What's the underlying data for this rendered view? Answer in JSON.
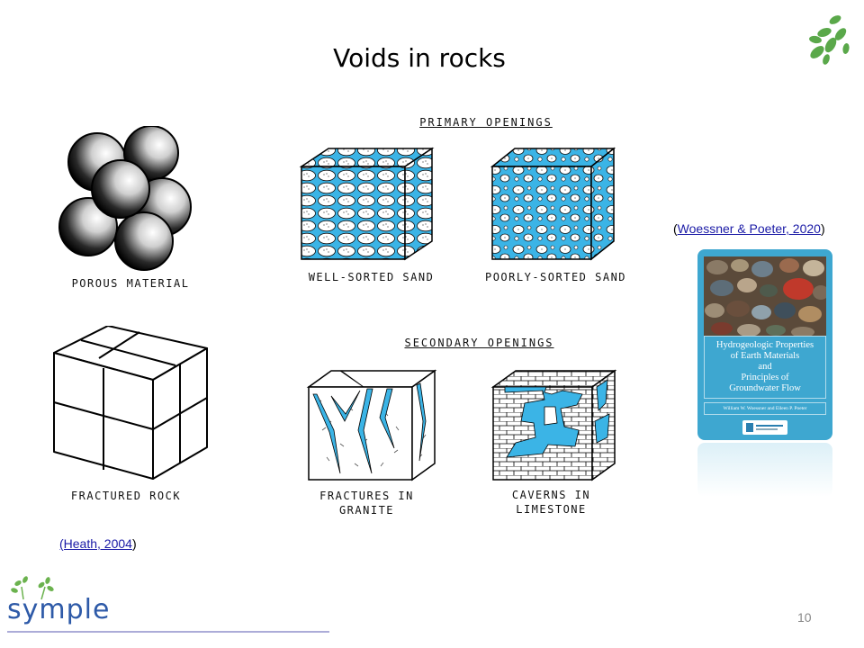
{
  "slide": {
    "title": "Voids in rocks",
    "page_number": "10"
  },
  "figure": {
    "primary_header": "PRIMARY OPENINGS",
    "secondary_header": "SECONDARY OPENINGS",
    "labels": {
      "porous": "POROUS MATERIAL",
      "fractured": "FRACTURED ROCK",
      "well_sorted": "WELL-SORTED SAND",
      "poorly_sorted": "POORLY-SORTED SAND",
      "fractures_1": "FRACTURES IN",
      "fractures_2": "GRANITE",
      "caverns_1": "CAVERNS IN",
      "caverns_2": "LIMESTONE"
    }
  },
  "citations": {
    "heath": "(Heath, 2004",
    "heath_close": ")",
    "woessner_open": "(",
    "woessner": "Woessner & Poeter, 2020",
    "woessner_close": ")"
  },
  "book": {
    "title_line1": "Hydrogeologic Properties",
    "title_line2": "of Earth Materials",
    "title_line3": "and",
    "title_line4": "Principles of",
    "title_line5": "Groundwater Flow",
    "authors": "William W. Woessner and Eileen P. Poeter"
  },
  "logo": {
    "text": "symple"
  },
  "colors": {
    "water": "#3bb4e6",
    "leaf": "#5aa84a",
    "link": "#1a1aa6"
  }
}
